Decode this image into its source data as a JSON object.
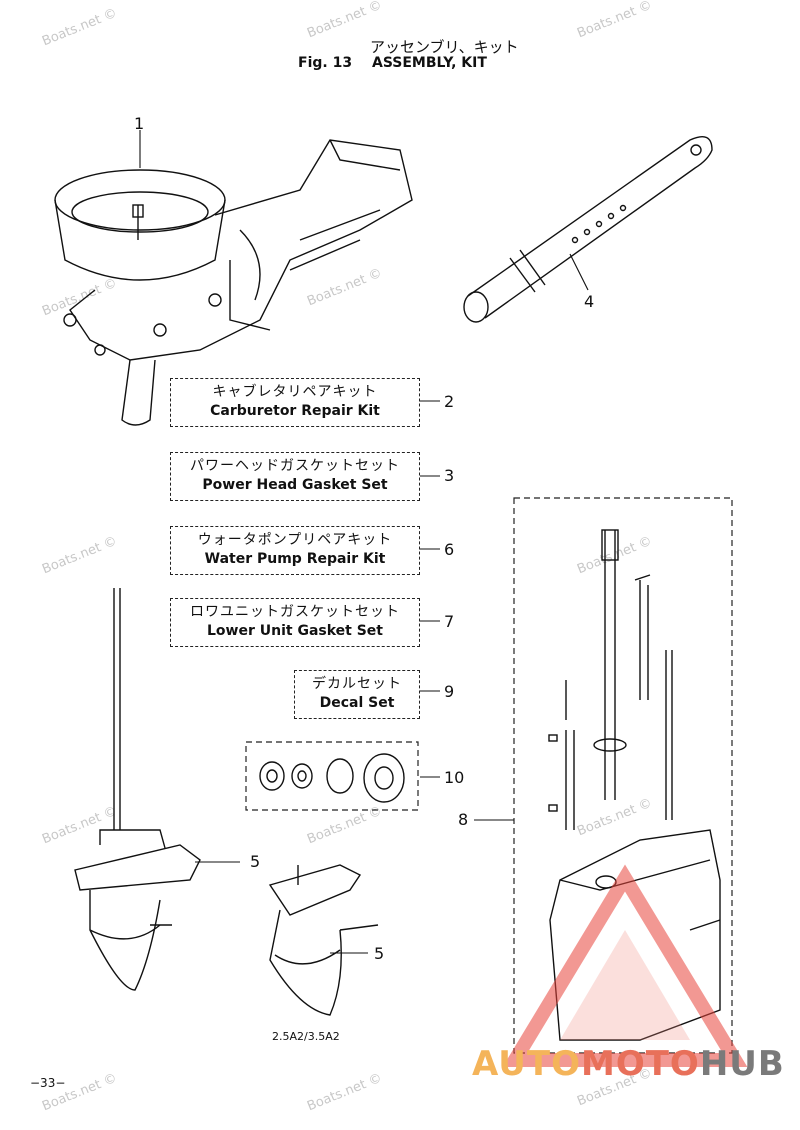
{
  "header": {
    "title_jp": "アッセンブリ、キット",
    "fig_label": "Fig. 13",
    "title_en": "ASSEMBLY, KIT"
  },
  "callouts": [
    "1",
    "4",
    "2",
    "3",
    "6",
    "7",
    "9",
    "10",
    "8",
    "5",
    "5"
  ],
  "kits": [
    {
      "jp": "キャブレタリペアキット",
      "en": "Carburetor Repair Kit"
    },
    {
      "jp": "パワーヘッドガスケットセット",
      "en": "Power Head Gasket Set"
    },
    {
      "jp": "ウォータポンプリペアキット",
      "en": "Water Pump Repair Kit"
    },
    {
      "jp": "ロワユニットガスケットセット",
      "en": "Lower Unit Gasket Set"
    },
    {
      "jp": "デカルセット",
      "en": "Decal Set"
    }
  ],
  "watermark": "Boats.net ©",
  "model_label": "2.5A2/3.5A2",
  "page_number": "−33−",
  "brand": {
    "auto": "AUTO",
    "moto": "MOTO",
    "hub": "HUB"
  },
  "colors": {
    "line": "#111111",
    "dash": "#222222",
    "logo_red": "#e8453c",
    "logo_orange": "#f4b45a",
    "logo_gray": "#7a7a7a"
  }
}
